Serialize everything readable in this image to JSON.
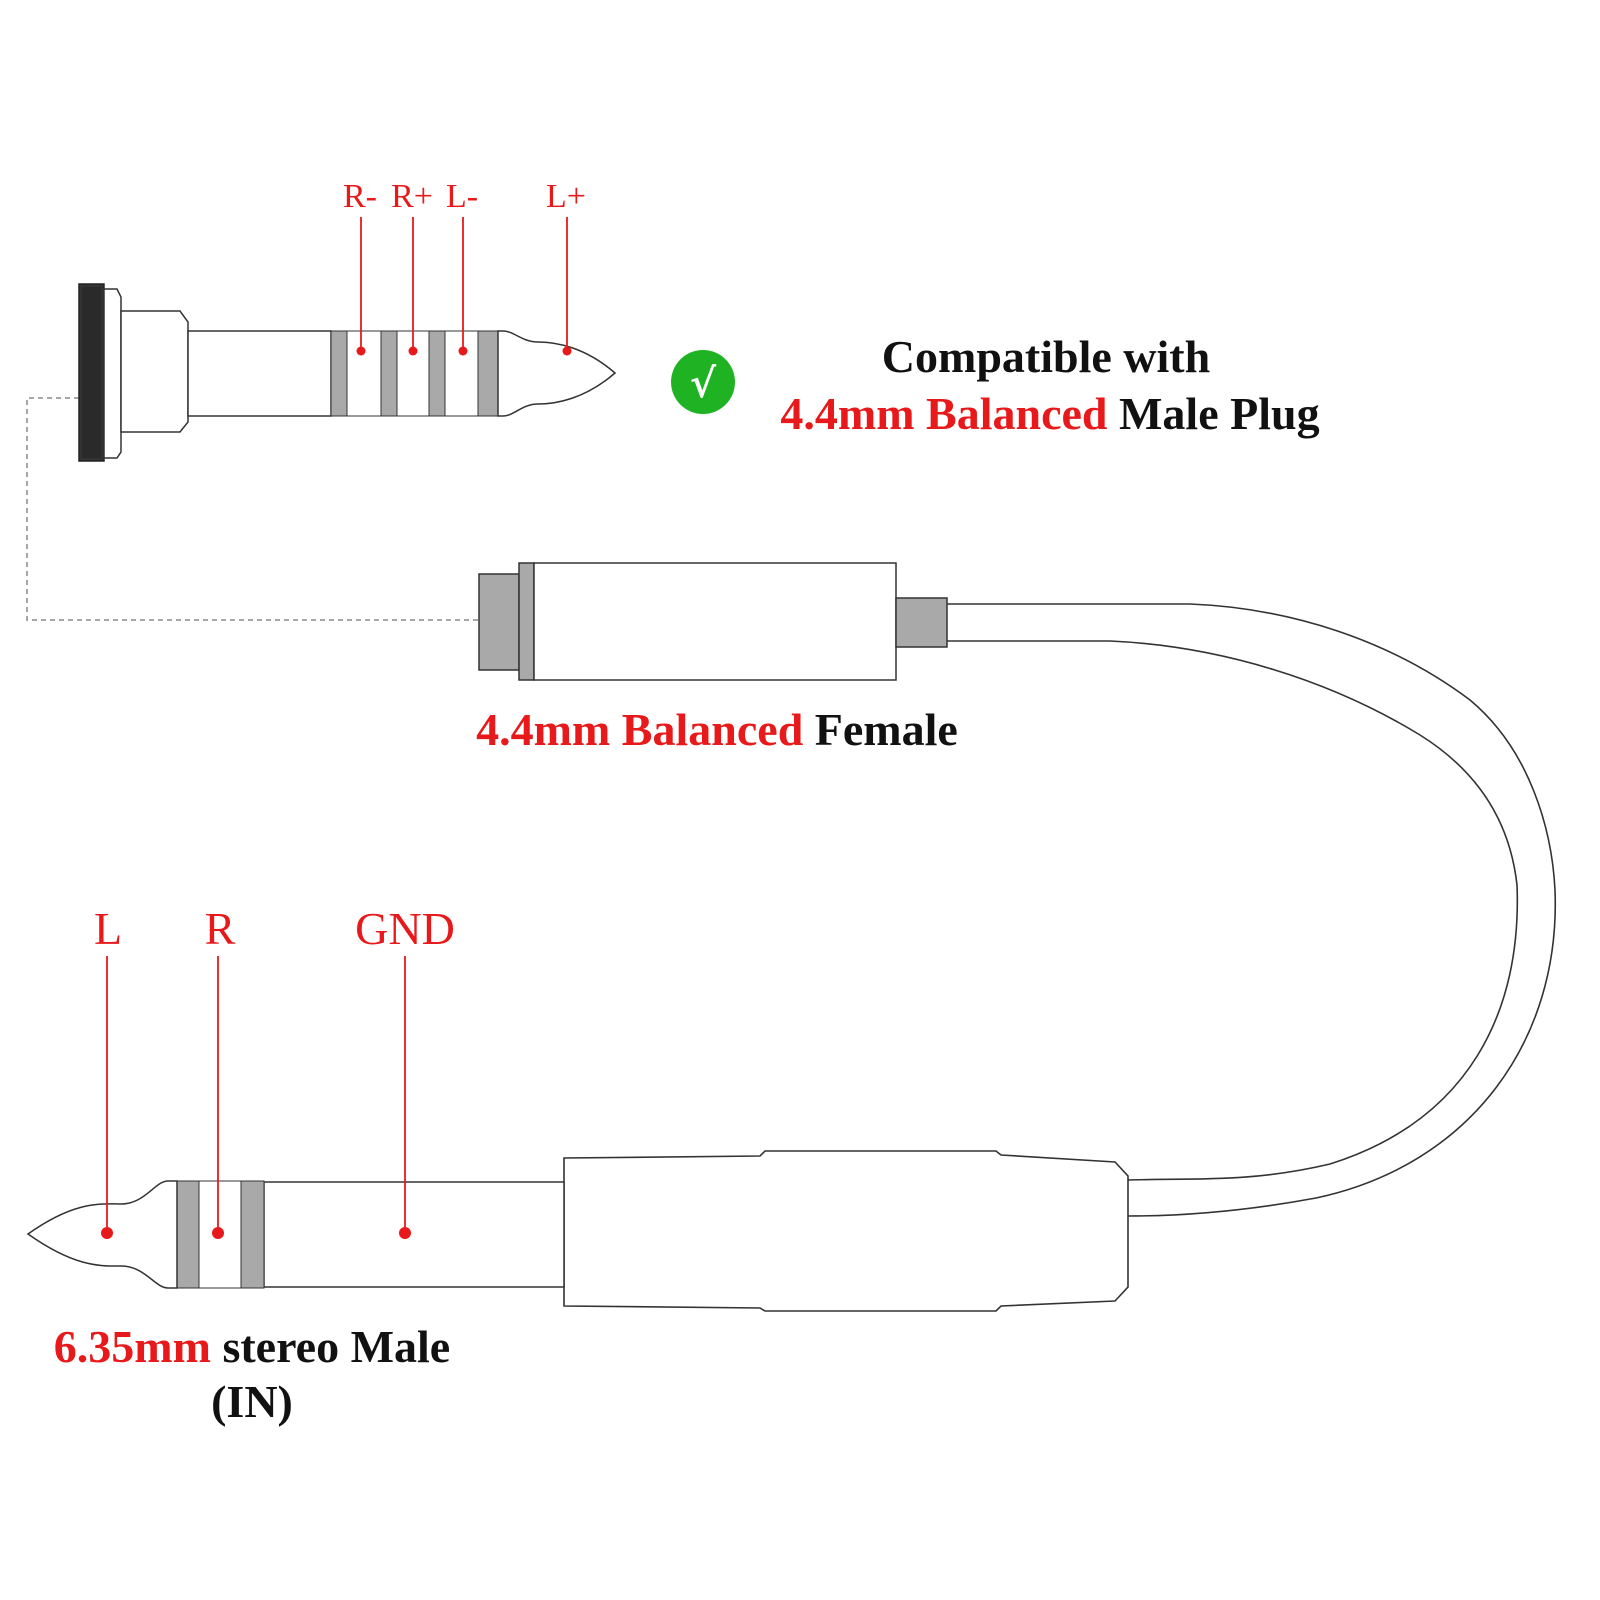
{
  "top_plug": {
    "pins": [
      "R-",
      "R+",
      "L-",
      "L+"
    ],
    "compat_line1": "Compatible with",
    "compat_line2_red": "4.4mm Balanced",
    "compat_line2_black": "Male Plug",
    "check_icon": "check-circle-icon",
    "check_glyph": "√"
  },
  "female": {
    "label_red": "4.4mm Balanced",
    "label_black": "Female"
  },
  "bottom_plug": {
    "pins": [
      "L",
      "R",
      "GND"
    ],
    "label_red": "6.35mm",
    "label_black": "stereo Male",
    "label_line2": "(IN)"
  },
  "colors": {
    "accent_red": "#e8191b",
    "check_green": "#1fb324",
    "band_gray": "#a9a9a9",
    "outline": "#3a3a3a"
  }
}
